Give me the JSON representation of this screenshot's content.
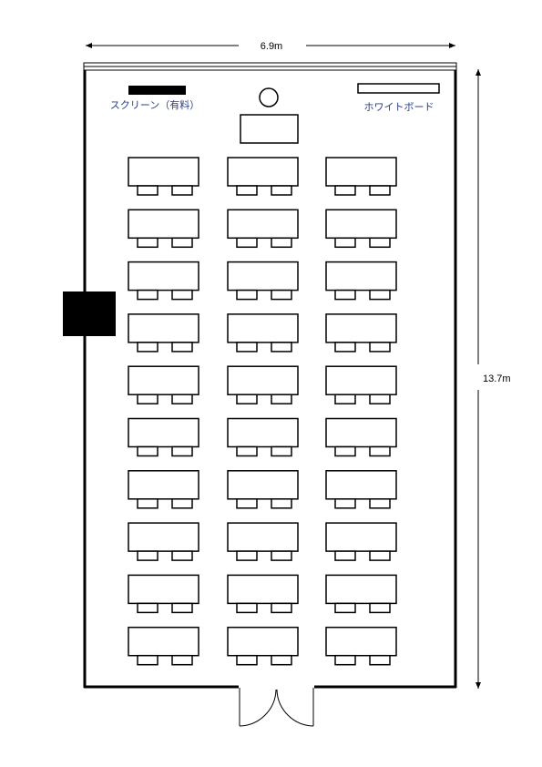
{
  "dimensions": {
    "width_label": "6.9m",
    "height_label": "13.7m"
  },
  "labels": {
    "screen": "スクリーン（有料）",
    "whiteboard": "ホワイトボード"
  },
  "layout": {
    "table_columns": 3,
    "table_rows": 10,
    "chairs_per_table": 2
  },
  "colors": {
    "label_text": "#2a3f86",
    "lines": "#000000"
  }
}
